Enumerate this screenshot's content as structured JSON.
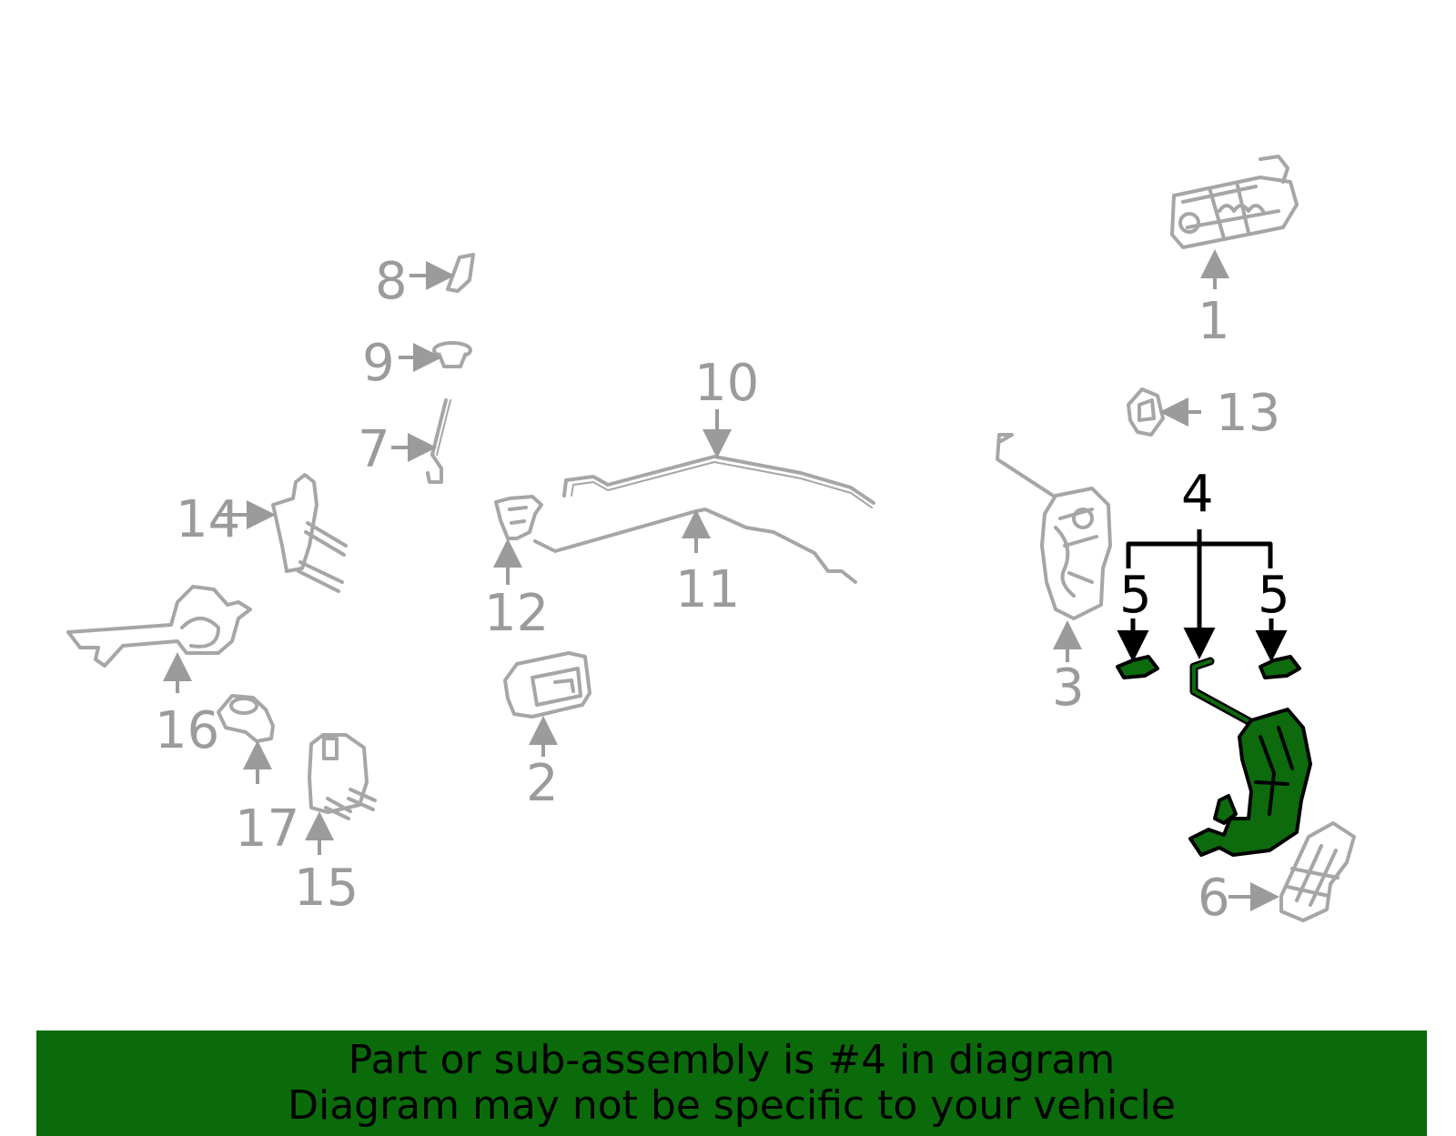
{
  "callouts": {
    "c1": "1",
    "c2": "2",
    "c3": "3",
    "c4": "4",
    "c5a": "5",
    "c5b": "5",
    "c6": "6",
    "c7": "7",
    "c8": "8",
    "c9": "9",
    "c10": "10",
    "c11": "11",
    "c12": "12",
    "c13": "13",
    "c14": "14",
    "c15": "15",
    "c16": "16",
    "c17": "17"
  },
  "highlighted_part": "4",
  "colors": {
    "highlight": "#0d6b0d",
    "banner": "#0b6b0b",
    "parts": "#a6a6a6",
    "callout_grey": "#9b9b9b"
  },
  "banner": {
    "line1": "Part or sub-assembly is #4 in diagram",
    "line2": "Diagram may not be specific to your vehicle"
  }
}
